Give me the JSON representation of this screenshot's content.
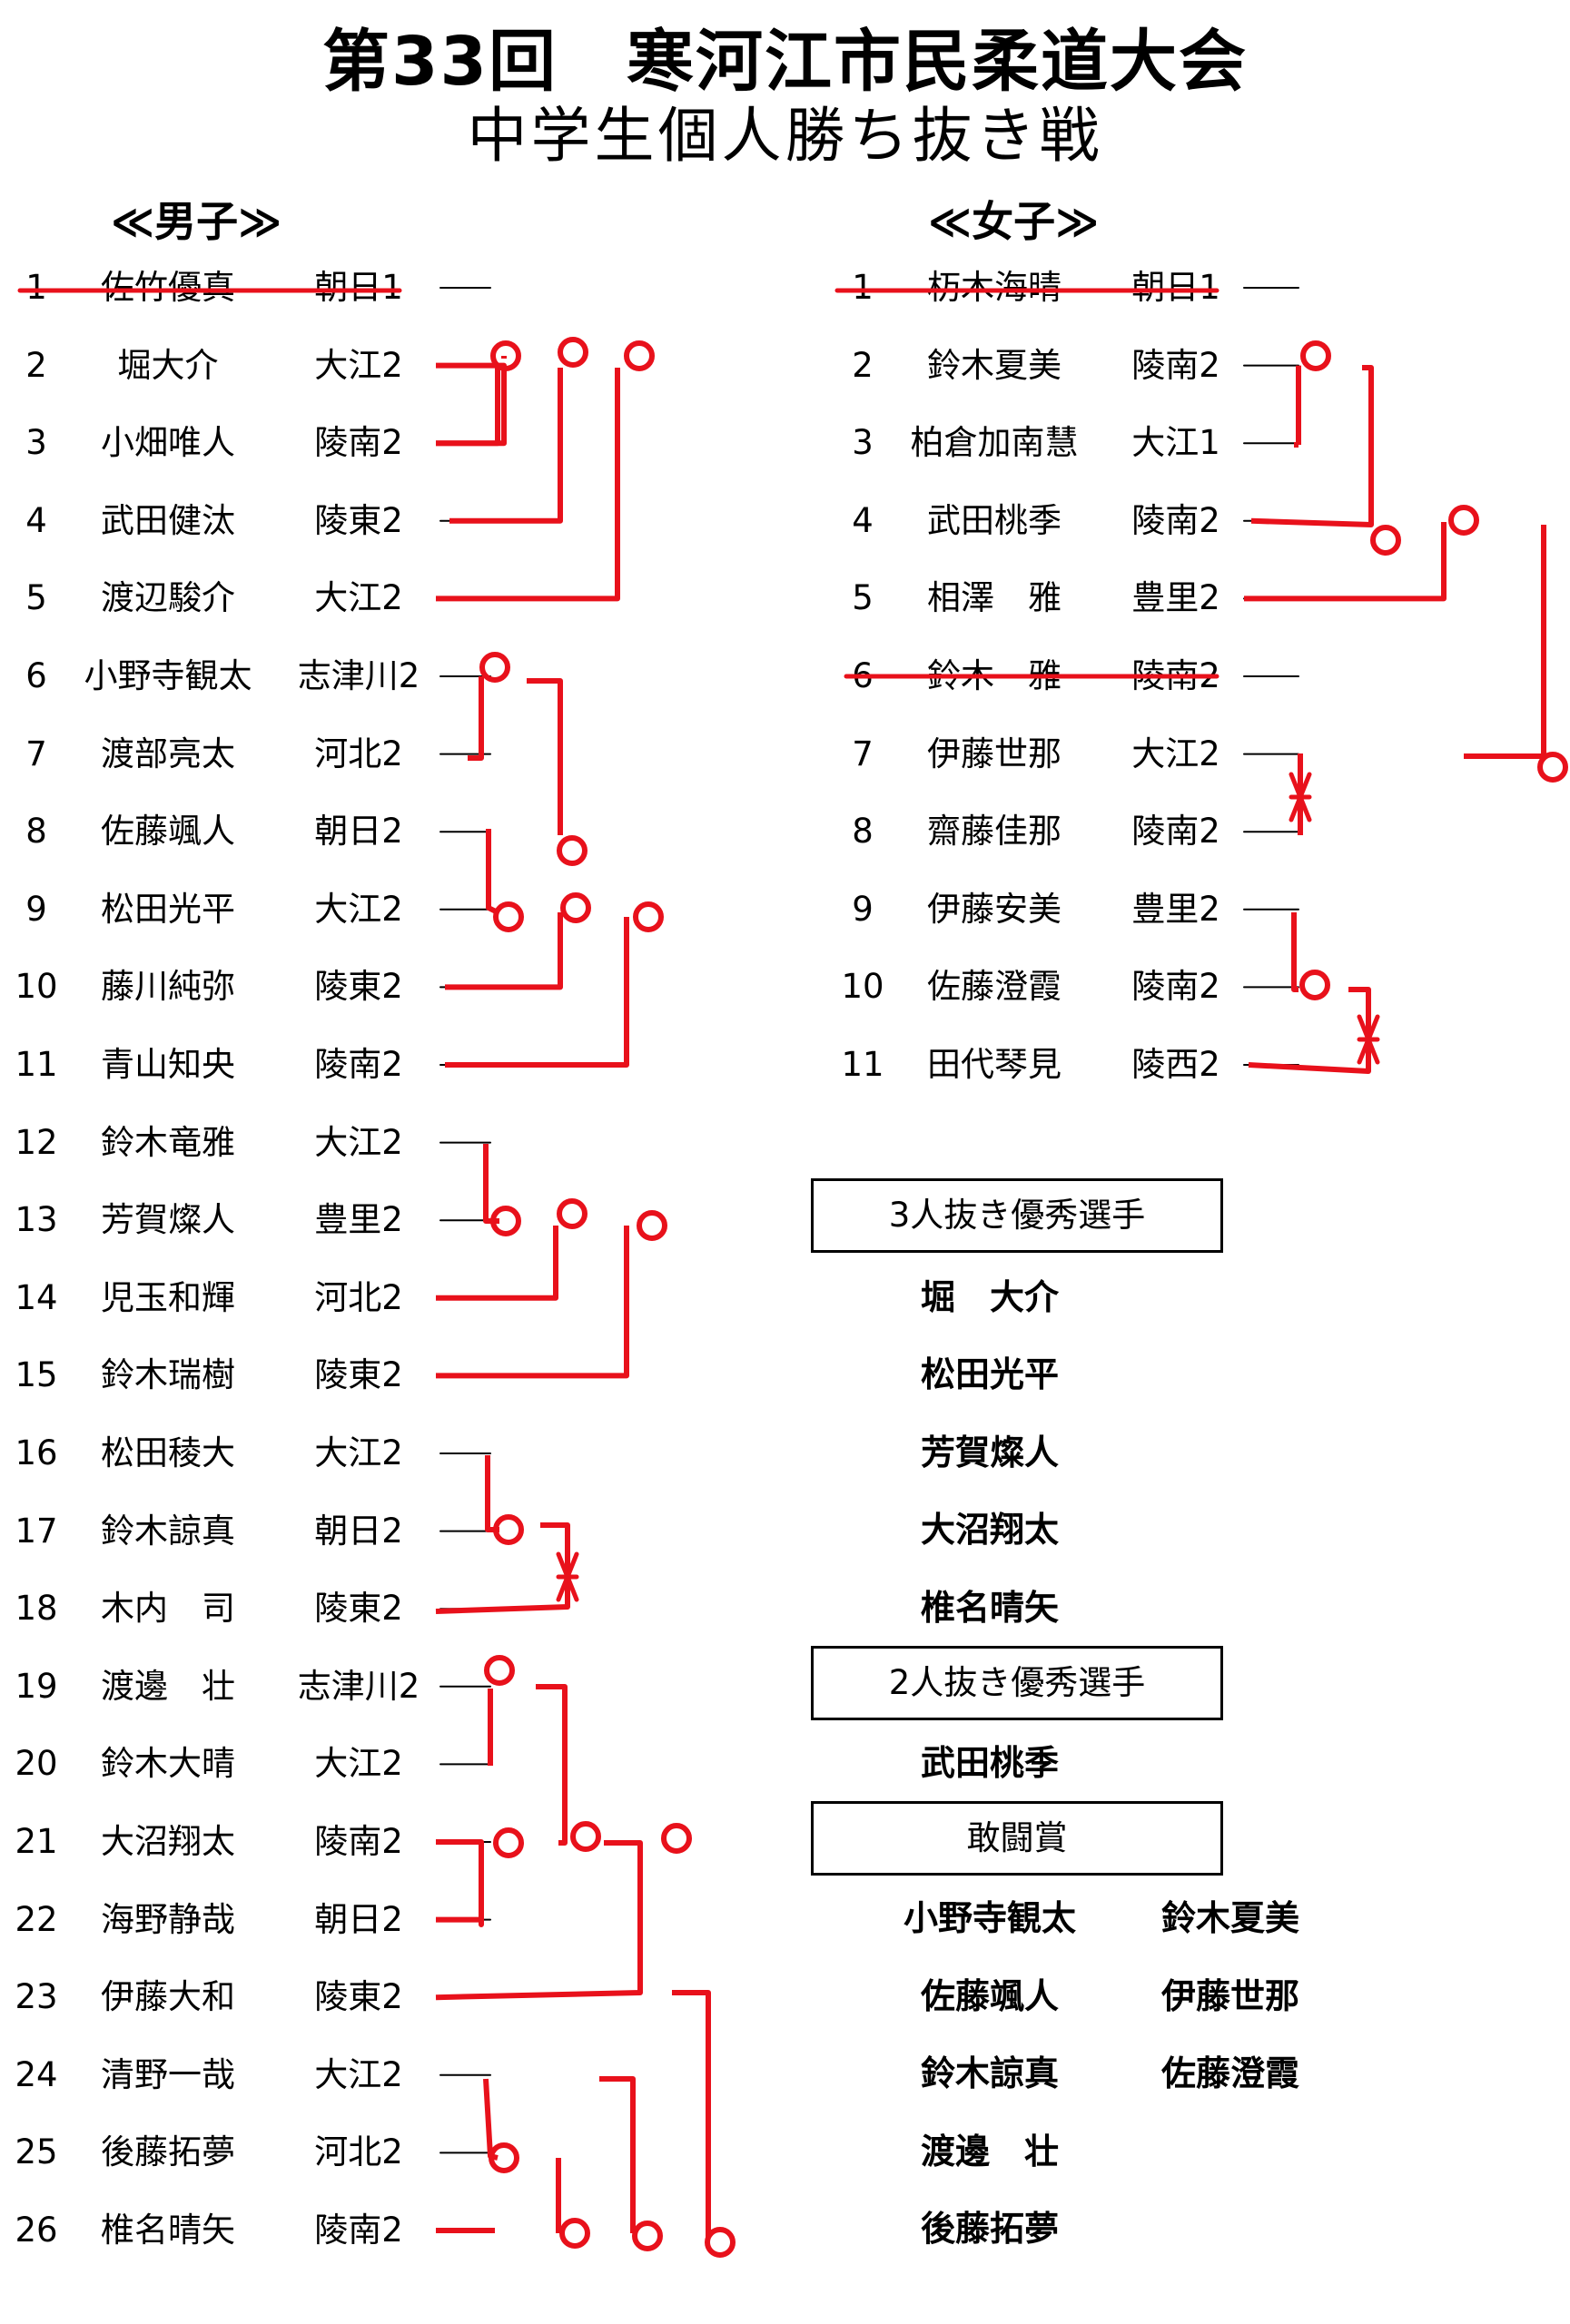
{
  "title": "第33回　寒河江市民柔道大会",
  "subtitle": "中学生個人勝ち抜き戦",
  "boys": {
    "heading": "≪男子≫",
    "players": [
      {
        "no": "1",
        "name": "佐竹優真",
        "school": "朝日1",
        "withdrawn": true
      },
      {
        "no": "2",
        "name": "堀大介",
        "school": "大江2"
      },
      {
        "no": "3",
        "name": "小畑唯人",
        "school": "陵南2"
      },
      {
        "no": "4",
        "name": "武田健汰",
        "school": "陵東2"
      },
      {
        "no": "5",
        "name": "渡辺駿介",
        "school": "大江2"
      },
      {
        "no": "6",
        "name": "小野寺観太",
        "school": "志津川2"
      },
      {
        "no": "7",
        "name": "渡部亮太",
        "school": "河北2"
      },
      {
        "no": "8",
        "name": "佐藤颯人",
        "school": "朝日2"
      },
      {
        "no": "9",
        "name": "松田光平",
        "school": "大江2"
      },
      {
        "no": "10",
        "name": "藤川純弥",
        "school": "陵東2"
      },
      {
        "no": "11",
        "name": "青山知央",
        "school": "陵南2"
      },
      {
        "no": "12",
        "name": "鈴木竜雅",
        "school": "大江2"
      },
      {
        "no": "13",
        "name": "芳賀燦人",
        "school": "豊里2"
      },
      {
        "no": "14",
        "name": "児玉和輝",
        "school": "河北2"
      },
      {
        "no": "15",
        "name": "鈴木瑞樹",
        "school": "陵東2"
      },
      {
        "no": "16",
        "name": "松田稜大",
        "school": "大江2"
      },
      {
        "no": "17",
        "name": "鈴木諒真",
        "school": "朝日2"
      },
      {
        "no": "18",
        "name": "木内　司",
        "school": "陵東2"
      },
      {
        "no": "19",
        "name": "渡邊　壮",
        "school": "志津川2"
      },
      {
        "no": "20",
        "name": "鈴木大晴",
        "school": "大江2"
      },
      {
        "no": "21",
        "name": "大沼翔太",
        "school": "陵南2"
      },
      {
        "no": "22",
        "name": "海野静哉",
        "school": "朝日2"
      },
      {
        "no": "23",
        "name": "伊藤大和",
        "school": "陵東2"
      },
      {
        "no": "24",
        "name": "清野一哉",
        "school": "大江2"
      },
      {
        "no": "25",
        "name": "後藤拓夢",
        "school": "河北2"
      },
      {
        "no": "26",
        "name": "椎名晴矢",
        "school": "陵南2"
      }
    ]
  },
  "girls": {
    "heading": "≪女子≫",
    "players": [
      {
        "no": "1",
        "name": "杤木海晴",
        "school": "朝日1",
        "withdrawn": true
      },
      {
        "no": "2",
        "name": "鈴木夏美",
        "school": "陵南2"
      },
      {
        "no": "3",
        "name": "柏倉加南慧",
        "school": "大江1"
      },
      {
        "no": "4",
        "name": "武田桃季",
        "school": "陵南2"
      },
      {
        "no": "5",
        "name": "相澤　雅",
        "school": "豊里2"
      },
      {
        "no": "6",
        "name": "鈴木　雅",
        "school": "陵南2",
        "withdrawn": true
      },
      {
        "no": "7",
        "name": "伊藤世那",
        "school": "大江2"
      },
      {
        "no": "8",
        "name": "齋藤佳那",
        "school": "陵南2"
      },
      {
        "no": "9",
        "name": "伊藤安美",
        "school": "豊里2"
      },
      {
        "no": "10",
        "name": "佐藤澄霞",
        "school": "陵南2"
      },
      {
        "no": "11",
        "name": "田代琴見",
        "school": "陵西2"
      }
    ]
  },
  "awards": {
    "three_win_label": "3人抜き優秀選手",
    "three_win": [
      "堀　大介",
      "松田光平",
      "芳賀燦人",
      "大沼翔太",
      "椎名晴矢"
    ],
    "two_win_label": "2人抜き優秀選手",
    "two_win": [
      "武田桃季"
    ],
    "fighting_label": "敢闘賞",
    "fighting_boys": [
      "小野寺観太",
      "佐藤颯人",
      "鈴木諒真",
      "渡邊　壮",
      "後藤拓夢"
    ],
    "fighting_girls": [
      "鈴木夏美",
      "伊藤世那",
      "佐藤澄霞"
    ]
  },
  "colors": {
    "bracket": "#e8111b",
    "text": "#000000"
  }
}
